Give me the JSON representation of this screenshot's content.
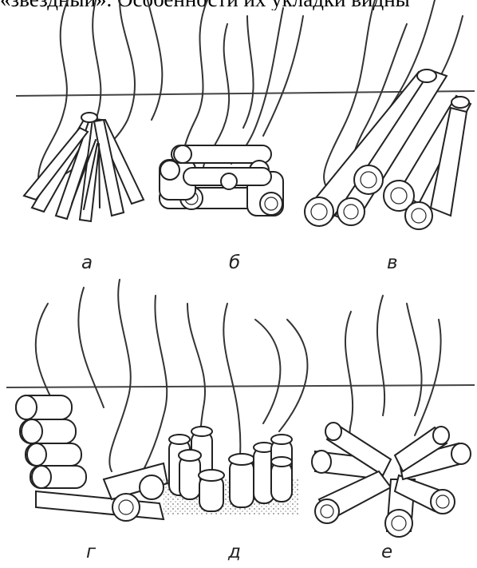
{
  "header_text": "«звездный». Особенности их укладки видны",
  "figures": [
    {
      "id": "a",
      "label": "а",
      "type": "shalash"
    },
    {
      "id": "b",
      "label": "б",
      "type": "kolodets"
    },
    {
      "id": "v",
      "label": "в",
      "type": "taezhny"
    },
    {
      "id": "g",
      "label": "г",
      "type": "nodya"
    },
    {
      "id": "d",
      "label": "д",
      "type": "polinesian"
    },
    {
      "id": "e",
      "label": "е",
      "type": "zvezdny"
    }
  ]
}
